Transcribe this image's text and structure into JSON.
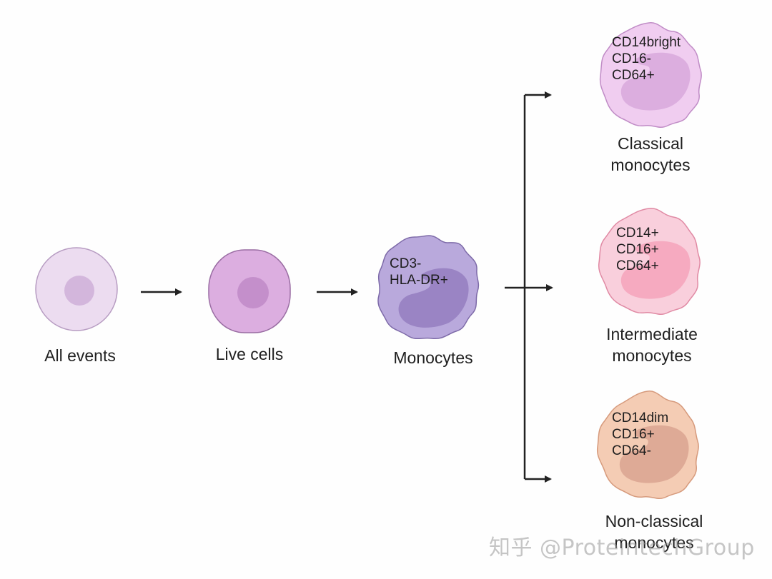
{
  "stages": [
    {
      "label": "All events"
    },
    {
      "label": "Live cells"
    },
    {
      "label": "Monocytes",
      "markers": [
        "CD3-",
        "HLA-DR+"
      ]
    }
  ],
  "subsets": [
    {
      "label_line1": "Classical",
      "label_line2": "monocytes",
      "markers": [
        "CD14bright",
        "CD16-",
        "CD64+"
      ]
    },
    {
      "label_line1": "Intermediate",
      "label_line2": "monocytes",
      "markers": [
        "CD14+",
        "CD16+",
        "CD64+"
      ]
    },
    {
      "label_line1": "Non-classical",
      "label_line2": "monocytes",
      "markers": [
        "CD14dim",
        "CD16+",
        "CD64-"
      ]
    }
  ],
  "watermark": "知乎 @ProteintechGroup",
  "colors": {
    "all_events_fill": "#ecdcf0",
    "all_events_nucleus": "#d3b6dc",
    "live_cells_fill": "#dcaee0",
    "live_cells_nucleus": "#c48fcb",
    "monocyte_fill": "#b9a9dc",
    "monocyte_nucleus": "#9a84c4",
    "classical_fill": "#f0cdf0",
    "classical_nucleus": "#dcaedf",
    "intermediate_fill": "#f9cfdc",
    "intermediate_nucleus": "#f6aac0",
    "nonclassical_fill": "#f4ccb4",
    "nonclassical_nucleus": "#deaa96",
    "arrow": "#222222"
  }
}
